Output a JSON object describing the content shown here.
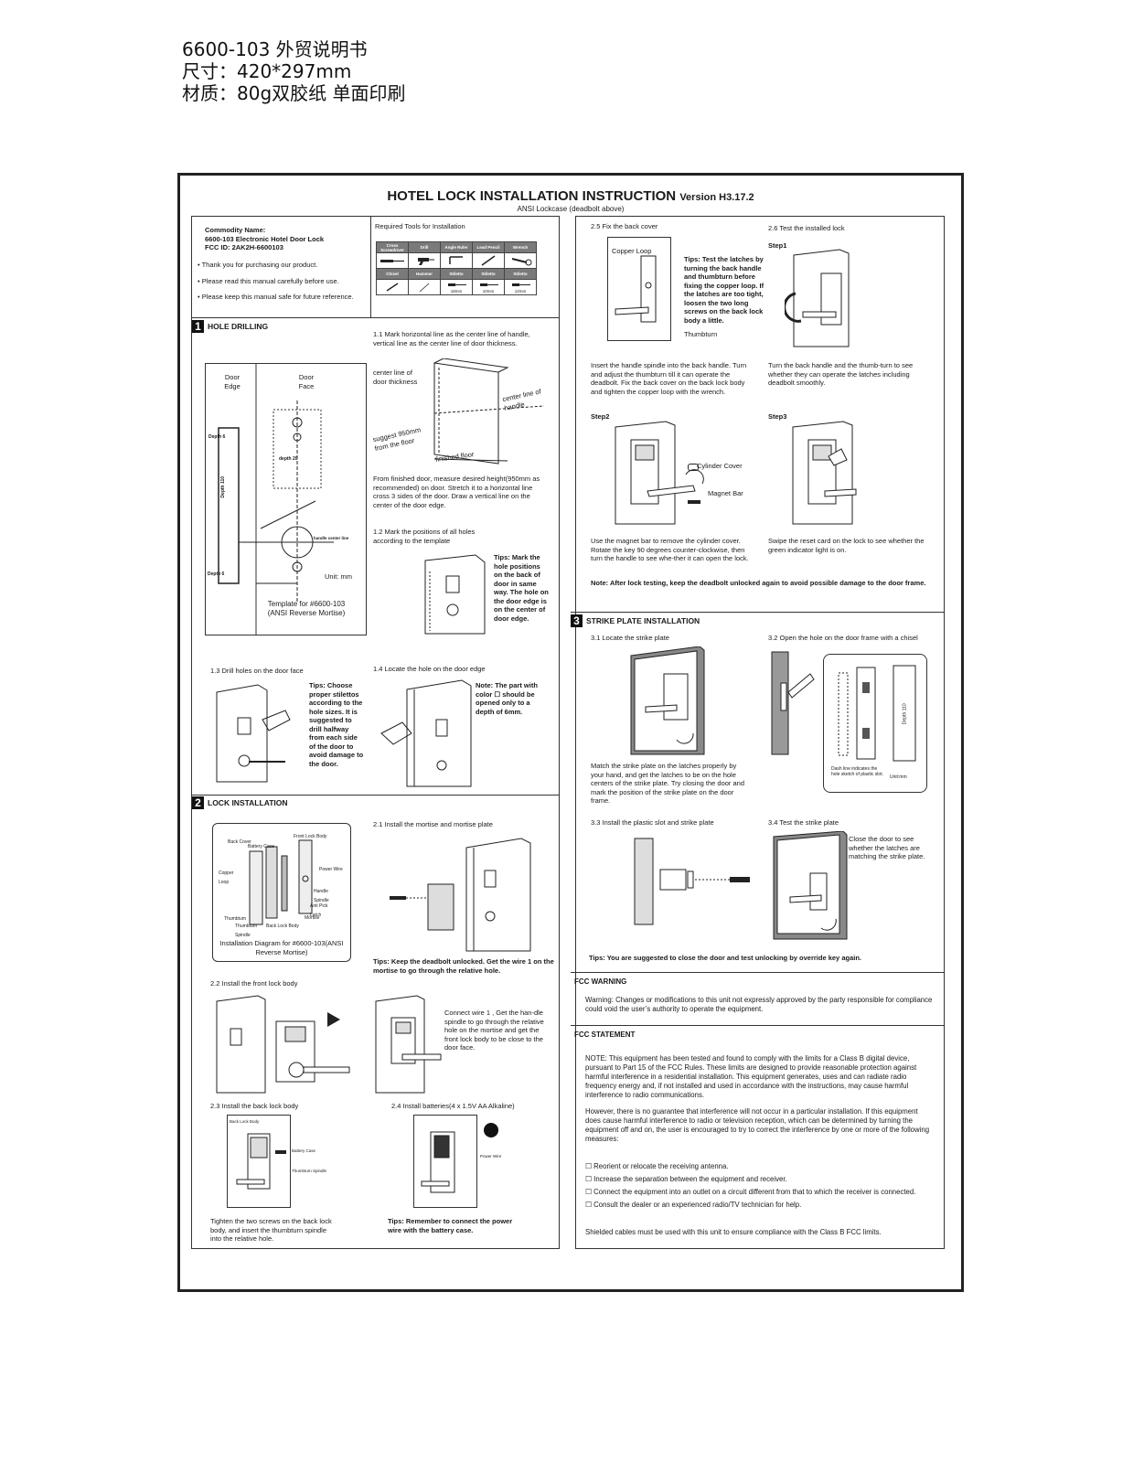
{
  "header": {
    "line1": "6600-103 外贸说明书",
    "line2": "尺寸：420*297mm",
    "line3": "材质：80g双胶纸 单面印刷"
  },
  "doc": {
    "title": "HOTEL LOCK INSTALLATION INSTRUCTION",
    "version": "Version H3.17.2",
    "subtitle": "ANSI Lockcase (deadbolt above)"
  },
  "commodity": {
    "label": "Commodity Name:",
    "name": "6600-103 Electronic Hotel Door Lock",
    "fcc": "FCC ID: 2AK2H-6600103",
    "bullets": [
      "• Thank you for purchasing our product.",
      "• Please read this manual carefully before use.",
      "• Please keep this manual safe for future reference."
    ]
  },
  "tools": {
    "title": "Required Tools for Installation",
    "row1": [
      "Cross Screwdriver",
      "Drill",
      "Angle Ruler",
      "Lead Pencil",
      "Wrench"
    ],
    "row2": [
      "Chisel",
      "Hammer",
      "Stiletto",
      "Stiletto",
      "Stiletto"
    ],
    "sizes": [
      "18mm",
      "10mm",
      "12mm"
    ]
  },
  "sec1": {
    "num": "1",
    "title": "HOLE DRILLING",
    "s11": "1.1 Mark horizontal line as the center line of handle, vertical line as the center line of door thickness.",
    "lbl_center_door": "center line of door thickness",
    "lbl_center_handle": "center line of handle",
    "lbl_suggest": "suggest 950mm from the floor",
    "lbl_floor": "finished floor",
    "s11_text": "From finished door, measure desired height(950mm as recommended) on door. Stretch it to a horizontal line cross 3 sides of the door. Draw a vertical line on the center of the door edge.",
    "s12": "1.2 Mark the positions of all holes according to the template",
    "s12_tip": "Tips: Mark the hole positions on the back of door in same way. The hole on the door edge is on the center of door edge.",
    "template": {
      "door_edge": "Door Edge",
      "door_face": "Door Face",
      "unit": "Unit: mm",
      "caption": "Template for #6600-103 (ANSI Reverse Mortise)",
      "depth6": "Depth 6",
      "depth110": "Depth 110",
      "depth20": "depth 20",
      "handle_center": "handle center line",
      "depth6b": "Depth 6"
    },
    "s13": "1.3 Drill holes on the door face",
    "s13_tip": "Tips: Choose proper stilettos according to the hole sizes. It is suggested to drill halfway from each side of the door to avoid damage to the door.",
    "s14": "1.4 Locate the hole on the door edge",
    "s14_tip": "Note: The part with color ☐ should be opened only to a depth of 6mm."
  },
  "sec2": {
    "num": "2",
    "title": "LOCK INSTALLATION",
    "diagram_labels": [
      "Back Cover",
      "Battery Case",
      "Front Lock Body",
      "Copper Loop",
      "Power Wire",
      "Handle Spindle",
      "Anti Pick Latch",
      "Mortise",
      "Thumbturn",
      "Thumbturn Spindle",
      "Back Lock Body"
    ],
    "diagram_caption": "Installation Diagram for #6600-103(ANSI Reverse Mortise)",
    "s21": "2.1 Install the mortise and mortise plate",
    "s21_tip": "Tips: Keep the deadbolt unlocked. Get the wire 1 on the mortise to go through the relative hole.",
    "s22": "2.2 Install the front lock body",
    "s22_text": "Connect wire 1 , Get the han-dle spindle to go through the relative hole on the mortise and get the front lock body to be close to the door face.",
    "s23": "2.3 Install the back lock body",
    "s23_labels": [
      "Back Lock Body",
      "Battery Case",
      "Thumbturn Spindle"
    ],
    "s23_text": "Tighten the two screws on the back lock body, and insert the thumbturn spindle into the relative hole.",
    "s24": "2.4 Install batteries(4 x 1.5V AA Alkaline)",
    "s24_label": "Power Wire",
    "s24_tip": "Tips: Remember to connect the power wire with the battery case."
  },
  "right": {
    "s25": "2.5 Fix the back cover",
    "s25_copper": "Copper Loop",
    "s25_tip": "Tips: Test the latches by turning the back handle and thumbturn before fixing the copper loop. If the latches are too tight, loosen the two long screws on the back lock body a little.",
    "s25_thumb": "Thumbturn",
    "s25_text": "Insert the handle spindle into the back handle. Turn and adjust the thumbturn till it can operate the deadbolt. Fix the back cover on the back lock body and tighten the copper loop with the wrench.",
    "s26": "2.6 Test the installed lock",
    "step1": "Step1",
    "step1_text": "Turn the back handle and the thumb-turn to see whether they can operate the latches including deadbolt smoothly.",
    "step2": "Step2",
    "step2_cyl": "Cylinder Cover",
    "step2_mag": "Magnet Bar",
    "step2_text": "Use the magnet bar to remove the cylinder cover. Rotate the key 90 degrees counter-clockwise, then turn the handle to see whe-ther it can open the lock.",
    "step3": "Step3",
    "step3_text": "Swipe the reset card on the lock to see whether the green indicator light is on.",
    "note": "Note: After lock testing, keep the deadbolt unlocked again to avoid possible damage to the door frame."
  },
  "sec3": {
    "num": "3",
    "title": "STRIKE PLATE INSTALLATION",
    "s31": "3.1 Locate the strike plate",
    "s31_text": "Match the strike plate on the latches properly by your hand, and get the latches to be on the hole centers of the strike plate. Try closing the door and mark the position of the strike plate on the door frame.",
    "s32": "3.2 Open the hole on the door frame with a chisel",
    "s32_dash": "Dash line indicates the hole sketch of plastic slot.",
    "s32_unit": "Unit:mm",
    "s32_depth": "Depth 110",
    "s33": "3.3 Install the plastic slot and strike plate",
    "s34": "3.4 Test the strike plate",
    "s34_text": "Close the door to see whether the latches are matching the strike plate.",
    "tip": "Tips: You are suggested to close the door and test unlocking by override key again."
  },
  "fcc": {
    "warning_title": "FCC WARNING",
    "warning_text": "Warning: Changes or modifications to this unit not expressly approved by the party responsible for compliance could void the user’s authority to operate the equipment.",
    "statement_title": "FCC STATEMENT",
    "p1": "NOTE: This equipment has been tested and found to comply with the limits for a Class B digital device, pursuant to Part 15 of the FCC Rules. These limits are designed to provide reasonable protection against harmful interference in a residential installation. This equipment generates, uses and can radiate radio frequency energy and, if not installed and used in accordance with the instructions, may cause harmful interference to radio communications.",
    "p2": "However, there is no guarantee that interference will not occur in a particular installation. If this equipment does cause harmful interference to radio or television reception, which can be determined by turning the equipment off and on, the user is encouraged to try to correct the interference by one or more of the following measures:",
    "measures": [
      "☐ Reorient or relocate the receiving antenna.",
      "☐ Increase the separation between the equipment and receiver.",
      "☐ Connect the equipment into an outlet on a circuit different from that to which the receiver is connected.",
      "☐ Consult the dealer or an experienced radio/TV technician for help."
    ],
    "p3": "Shielded cables must be used with this unit to ensure compliance with the Class B FCC limits."
  }
}
